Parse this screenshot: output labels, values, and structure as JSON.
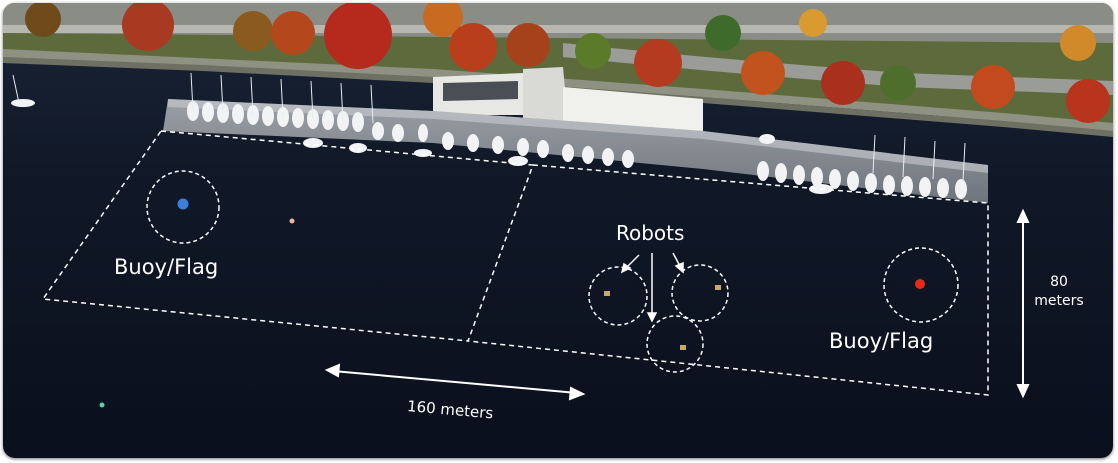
{
  "labels": {
    "robots": "Robots",
    "buoy_flag_left": "Buoy/Flag",
    "buoy_flag_right": "Buoy/Flag",
    "distance_horizontal": "160 meters",
    "distance_vertical_value": "80",
    "distance_vertical_unit": "meters"
  },
  "colors": {
    "water": "#0e1525",
    "buoy_left": "#3b7fd6",
    "buoy_right": "#e8291c",
    "annotation": "#ffffff"
  }
}
